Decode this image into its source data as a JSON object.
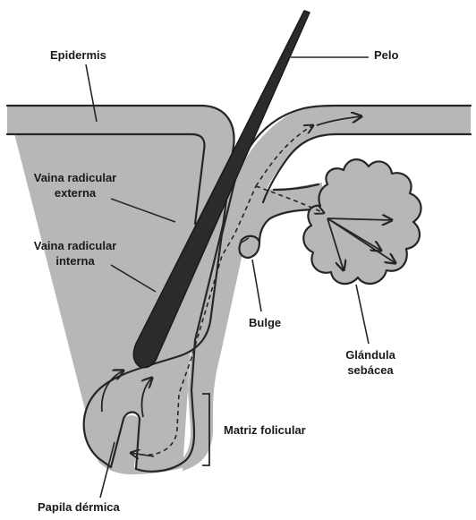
{
  "labels": {
    "epidermis": "Epidermis",
    "pelo": "Pelo",
    "vaina_externa": [
      "Vaina radicular",
      "externa"
    ],
    "vaina_interna": [
      "Vaina radicular",
      "interna"
    ],
    "bulge": "Bulge",
    "glandula": [
      "Glándula",
      "sebácea"
    ],
    "matriz": "Matriz folicular",
    "papila": "Papila dérmica"
  },
  "colors": {
    "tissue_fill": "#b7b7b7",
    "outline": "#262626",
    "hair": "#2b2b2b",
    "background": "#ffffff"
  }
}
